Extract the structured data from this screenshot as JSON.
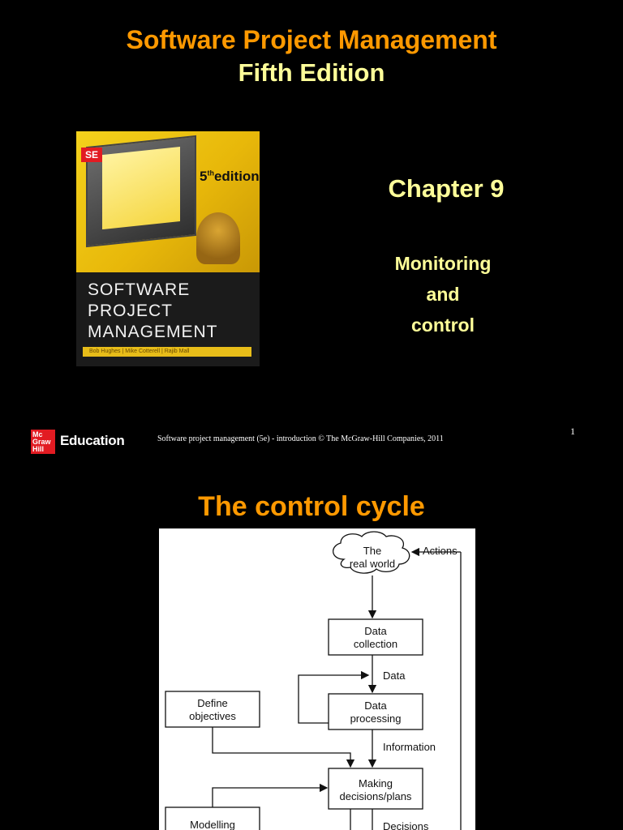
{
  "slide1": {
    "title_line1": "Software Project Management",
    "title_line2": "Fifth Edition",
    "chapter": "Chapter 9",
    "subtitle_lines": [
      "Monitoring",
      "and",
      "control"
    ],
    "cover": {
      "badge": "SE",
      "edition_number": "5",
      "edition_suffix": "th",
      "edition_word": "edition",
      "title_lines": [
        "SOFTWARE",
        "PROJECT",
        "MANAGEMENT"
      ],
      "authors": "Bob Hughes | Mike Cotterell | Rajib Mall"
    },
    "logo_lines": [
      "Mc",
      "Graw",
      "Hill"
    ],
    "logo_text": "Education",
    "footer": "Software project management (5e) - introduction © The McGraw-Hill Companies, 2011",
    "page_number": "1"
  },
  "slide2": {
    "title": "The control cycle",
    "diagram": {
      "cloud_lines": [
        "The",
        "real world"
      ],
      "actions_label": "Actions",
      "box_data_collection": [
        "Data",
        "collection"
      ],
      "data_label": "Data",
      "box_data_processing": [
        "Data",
        "processing"
      ],
      "box_define_objectives": [
        "Define",
        "objectives"
      ],
      "information_label": "Information",
      "box_making_decisions": [
        "Making",
        "decisions/plans"
      ],
      "box_modelling": "Modelling",
      "decisions_label": "Decisions"
    }
  },
  "colors": {
    "background": "#000000",
    "title_orange": "#ff9900",
    "title_yellow": "#ffff99",
    "logo_red": "#e21b22"
  }
}
